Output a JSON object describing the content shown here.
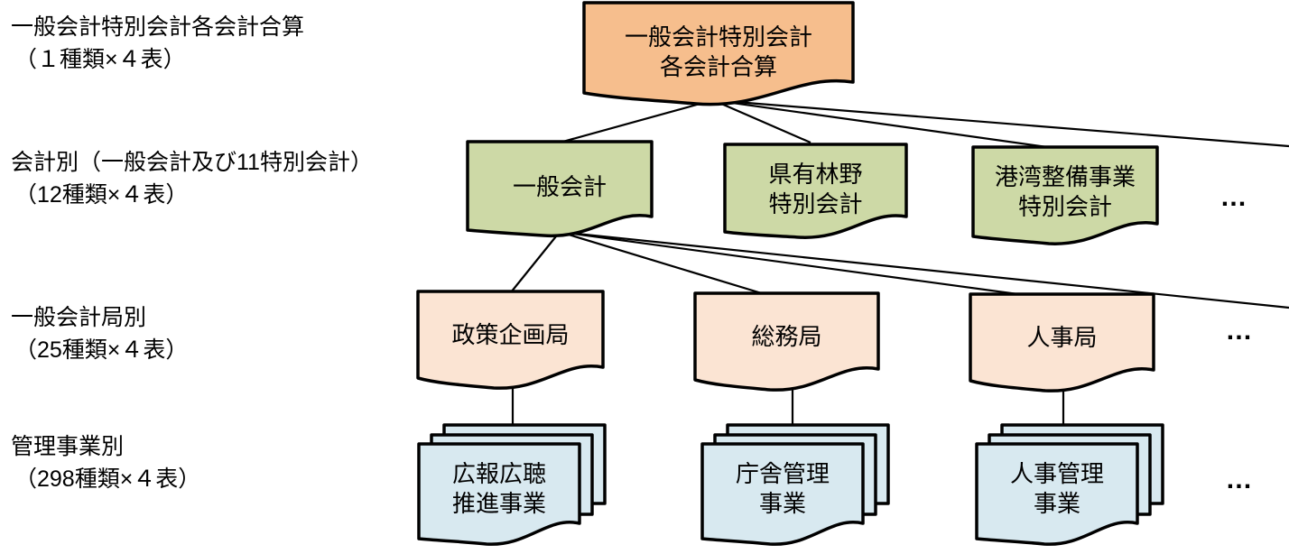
{
  "diagram": {
    "row_labels": [
      {
        "title": "一般会計特別会計各会計合算",
        "count": "（１種類×４表）"
      },
      {
        "title": "会計別（一般会計及び11特別会計）",
        "count": "（12種類×４表）"
      },
      {
        "title": "一般会計局別",
        "count": "（25種類×４表）"
      },
      {
        "title": "管理事業別",
        "count": "（298種類×４表）"
      }
    ],
    "root": {
      "line1": "一般会計特別会計",
      "line2": "各会計合算"
    },
    "accounts": [
      {
        "line1": "一般会計"
      },
      {
        "line1": "県有林野",
        "line2": "特別会計"
      },
      {
        "line1": "港湾整備事業",
        "line2": "特別会計"
      }
    ],
    "bureaus": [
      {
        "line1": "政策企画局"
      },
      {
        "line1": "総務局"
      },
      {
        "line1": "人事局"
      }
    ],
    "projects": [
      {
        "line1": "広報広聴",
        "line2": "推進事業"
      },
      {
        "line1": "庁舎管理",
        "line2": "事業"
      },
      {
        "line1": "人事管理",
        "line2": "事業"
      }
    ],
    "ellipsis": "…",
    "colors": {
      "root_fill": "#F6BE8D",
      "account_fill": "#CDD9A6",
      "bureau_fill": "#FBE4D3",
      "project_fill": "#D8E9F0"
    }
  }
}
